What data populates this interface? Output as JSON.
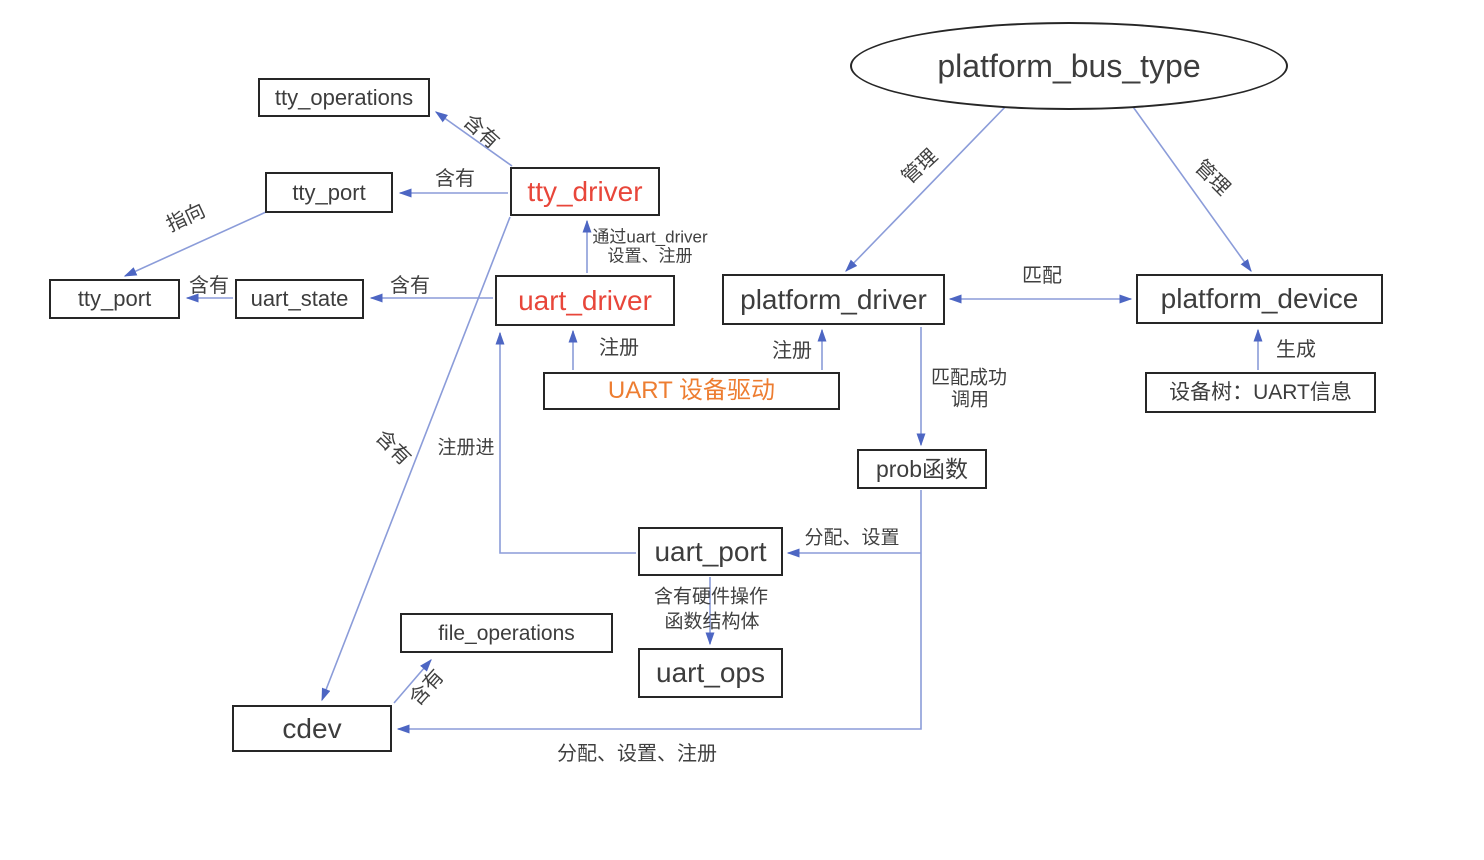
{
  "diagram": {
    "type": "flowchart",
    "description": "Linux UART / TTY driver architecture diagram",
    "nodes": {
      "platform_bus_type": {
        "label": "platform_bus_type",
        "shape": "ellipse"
      },
      "tty_operations": {
        "label": "tty_operations",
        "shape": "rect"
      },
      "tty_port_top": {
        "label": "tty_port",
        "shape": "rect"
      },
      "tty_driver": {
        "label": "tty_driver",
        "shape": "rect",
        "color": "red"
      },
      "tty_port_left": {
        "label": "tty_port",
        "shape": "rect"
      },
      "uart_state": {
        "label": "uart_state",
        "shape": "rect"
      },
      "uart_driver": {
        "label": "uart_driver",
        "shape": "rect",
        "color": "red"
      },
      "platform_driver": {
        "label": "platform_driver",
        "shape": "rect"
      },
      "platform_device": {
        "label": "platform_device",
        "shape": "rect"
      },
      "uart_device_driver": {
        "label": "UART 设备驱动",
        "shape": "rect",
        "color": "orange"
      },
      "device_tree": {
        "label": "设备树：UART信息",
        "shape": "rect"
      },
      "probe_fn": {
        "label": "prob函数",
        "shape": "rect"
      },
      "uart_port": {
        "label": "uart_port",
        "shape": "rect"
      },
      "uart_ops": {
        "label": "uart_ops",
        "shape": "rect"
      },
      "file_operations": {
        "label": "file_operations",
        "shape": "rect"
      },
      "cdev": {
        "label": "cdev",
        "shape": "rect"
      }
    },
    "edge_labels": {
      "contains_tty_operations": "含有",
      "contains_tty_port": "含有",
      "points_to": "指向",
      "contains_tty_port_left": "含有",
      "contains_uart_state": "含有",
      "via_uart_driver_line1": "通过uart_driver",
      "via_uart_driver_line2": "设置、注册",
      "register_uart_driver": "注册",
      "register_platform_driver": "注册",
      "manage_driver": "管理",
      "manage_device": "管理",
      "match": "匹配",
      "generate": "生成",
      "match_success_line1": "匹配成功",
      "match_success_line2": "调用",
      "alloc_setup": "分配、设置",
      "contains_hw_line1": "含有硬件操作",
      "contains_hw_line2": "函数结构体",
      "register_into": "注册进",
      "contains_cdev": "含有",
      "contains_file_operations": "含有",
      "alloc_setup_register": "分配、设置、注册"
    },
    "colors": {
      "box_border": "#262626",
      "text": "#3d3d3d",
      "red_accent": "#e8463a",
      "orange_accent": "#ed7d31",
      "line_blue": "#8b9cd9",
      "arrowhead_blue": "#4d66c3",
      "background": "#ffffff"
    }
  }
}
